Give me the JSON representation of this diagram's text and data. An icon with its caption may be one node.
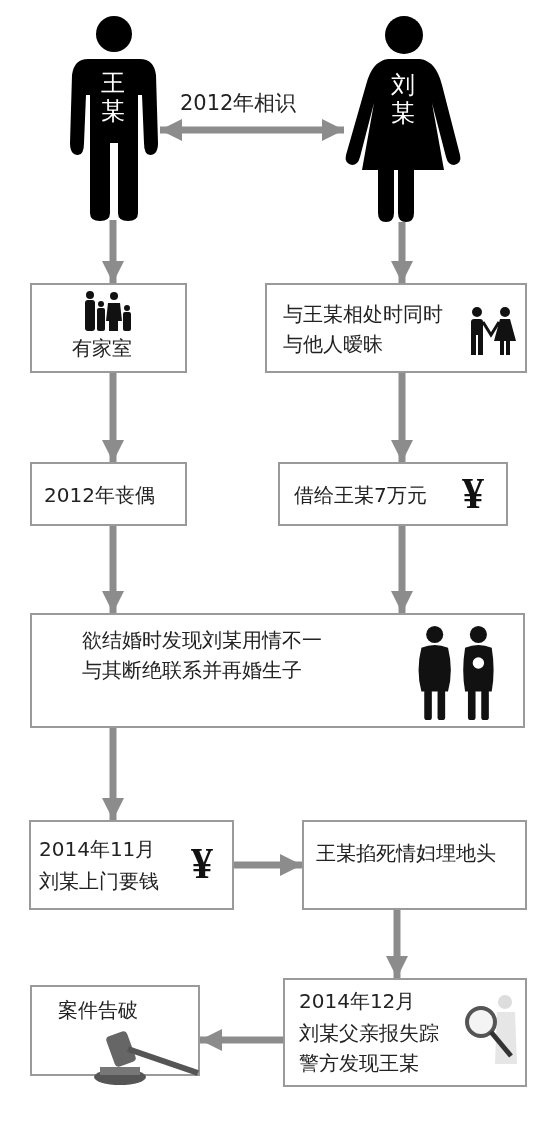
{
  "diagram": {
    "nodes": [
      {
        "text": [
          "王某"
        ]
      },
      {
        "text": [
          "刘某"
        ]
      },
      {
        "text": [
          "有家室"
        ]
      },
      {
        "text": [
          "与王某相处时同时与他人暧昧"
        ]
      },
      {
        "text": [
          "2012年丧偶"
        ]
      },
      {
        "text": [
          "借给王某7万元",
          "¥"
        ]
      },
      {
        "text": [
          "欲结婚时发现刘某用情不一与其断绝联系并再婚生子"
        ]
      },
      {
        "text": [
          "2014年11月",
          "刘某上门要钱",
          "¥"
        ]
      },
      {
        "text": [
          "王某掐死情妇埋地头"
        ]
      },
      {
        "text": [
          "2014年12月",
          "刘某父亲报失踪警方发现王某"
        ]
      },
      {
        "text": [
          "案件告破"
        ]
      }
    ],
    "edges": [
      {
        "from": 0,
        "to": 1,
        "arrow": "both",
        "label": "2012年相识"
      },
      {
        "from": 0,
        "to": 2,
        "arrow": "to"
      },
      {
        "from": 1,
        "to": 3,
        "arrow": "to"
      },
      {
        "from": 2,
        "to": 4,
        "arrow": "to"
      },
      {
        "from": 3,
        "to": 5,
        "arrow": "to"
      },
      {
        "from": 4,
        "to": 6,
        "arrow": "to"
      },
      {
        "from": 5,
        "to": 6,
        "arrow": "to"
      },
      {
        "from": 6,
        "to": 7,
        "arrow": "to"
      },
      {
        "from": 7,
        "to": 8,
        "arrow": "to"
      },
      {
        "from": 8,
        "to": 9,
        "arrow": "to"
      },
      {
        "from": 9,
        "to": 10,
        "arrow": "to"
      }
    ]
  }
}
